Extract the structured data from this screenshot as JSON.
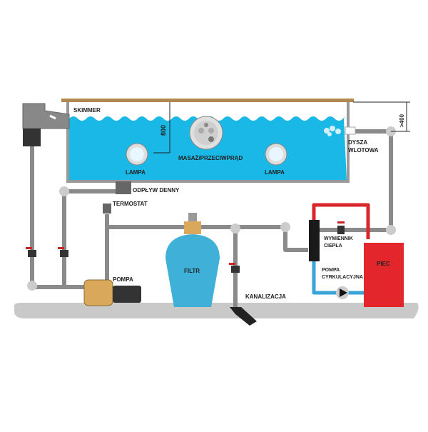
{
  "labels": {
    "skimmer": "SKIMMER",
    "depth": "800",
    "massage": "MASAŻ/PRZECIWPRĄD",
    "lamp_left": "LAMPA",
    "lamp_right": "LAMPA",
    "bottom_drain": "ODPŁYW DENNY",
    "nozzle_1": "DYSZA",
    "nozzle_2": "WLOTOWA",
    "height": ">400",
    "thermostat": "TERMOSTAT",
    "pump": "POMPA",
    "filter": "FILTR",
    "sewer": "KANALIZACJA",
    "heat_exchanger_1": "WYMIENNIK",
    "heat_exchanger_2": "CIEPŁA",
    "circ_pump_1": "POMPA",
    "circ_pump_2": "CYRKULACYJNA",
    "boiler": "PIEC"
  },
  "colors": {
    "water": "#1ab8e6",
    "pipe": "#8a8a8a",
    "hot": "#d9262b",
    "cold": "#3aa3d8",
    "boiler": "#e2262b",
    "rim": "#b08850"
  }
}
